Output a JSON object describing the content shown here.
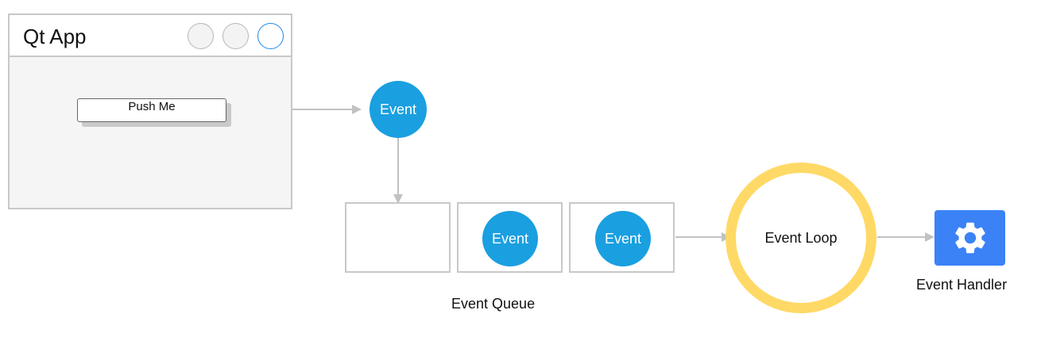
{
  "window": {
    "title": "Qt App",
    "button_label": "Push Me"
  },
  "nodes": {
    "event_emitted": "Event",
    "queue_events": [
      "Event",
      "Event"
    ],
    "queue_label": "Event Queue",
    "loop_label": "Event Loop",
    "handler_label": "Event Handler",
    "handler_icon": "gear-icon"
  },
  "colors": {
    "event_blue": "#1a9fe0",
    "loop_yellow": "#ffd966",
    "handler_blue": "#3b82f6",
    "active_window_button": "#1e88e5",
    "connector_gray": "#c2c2c2"
  }
}
